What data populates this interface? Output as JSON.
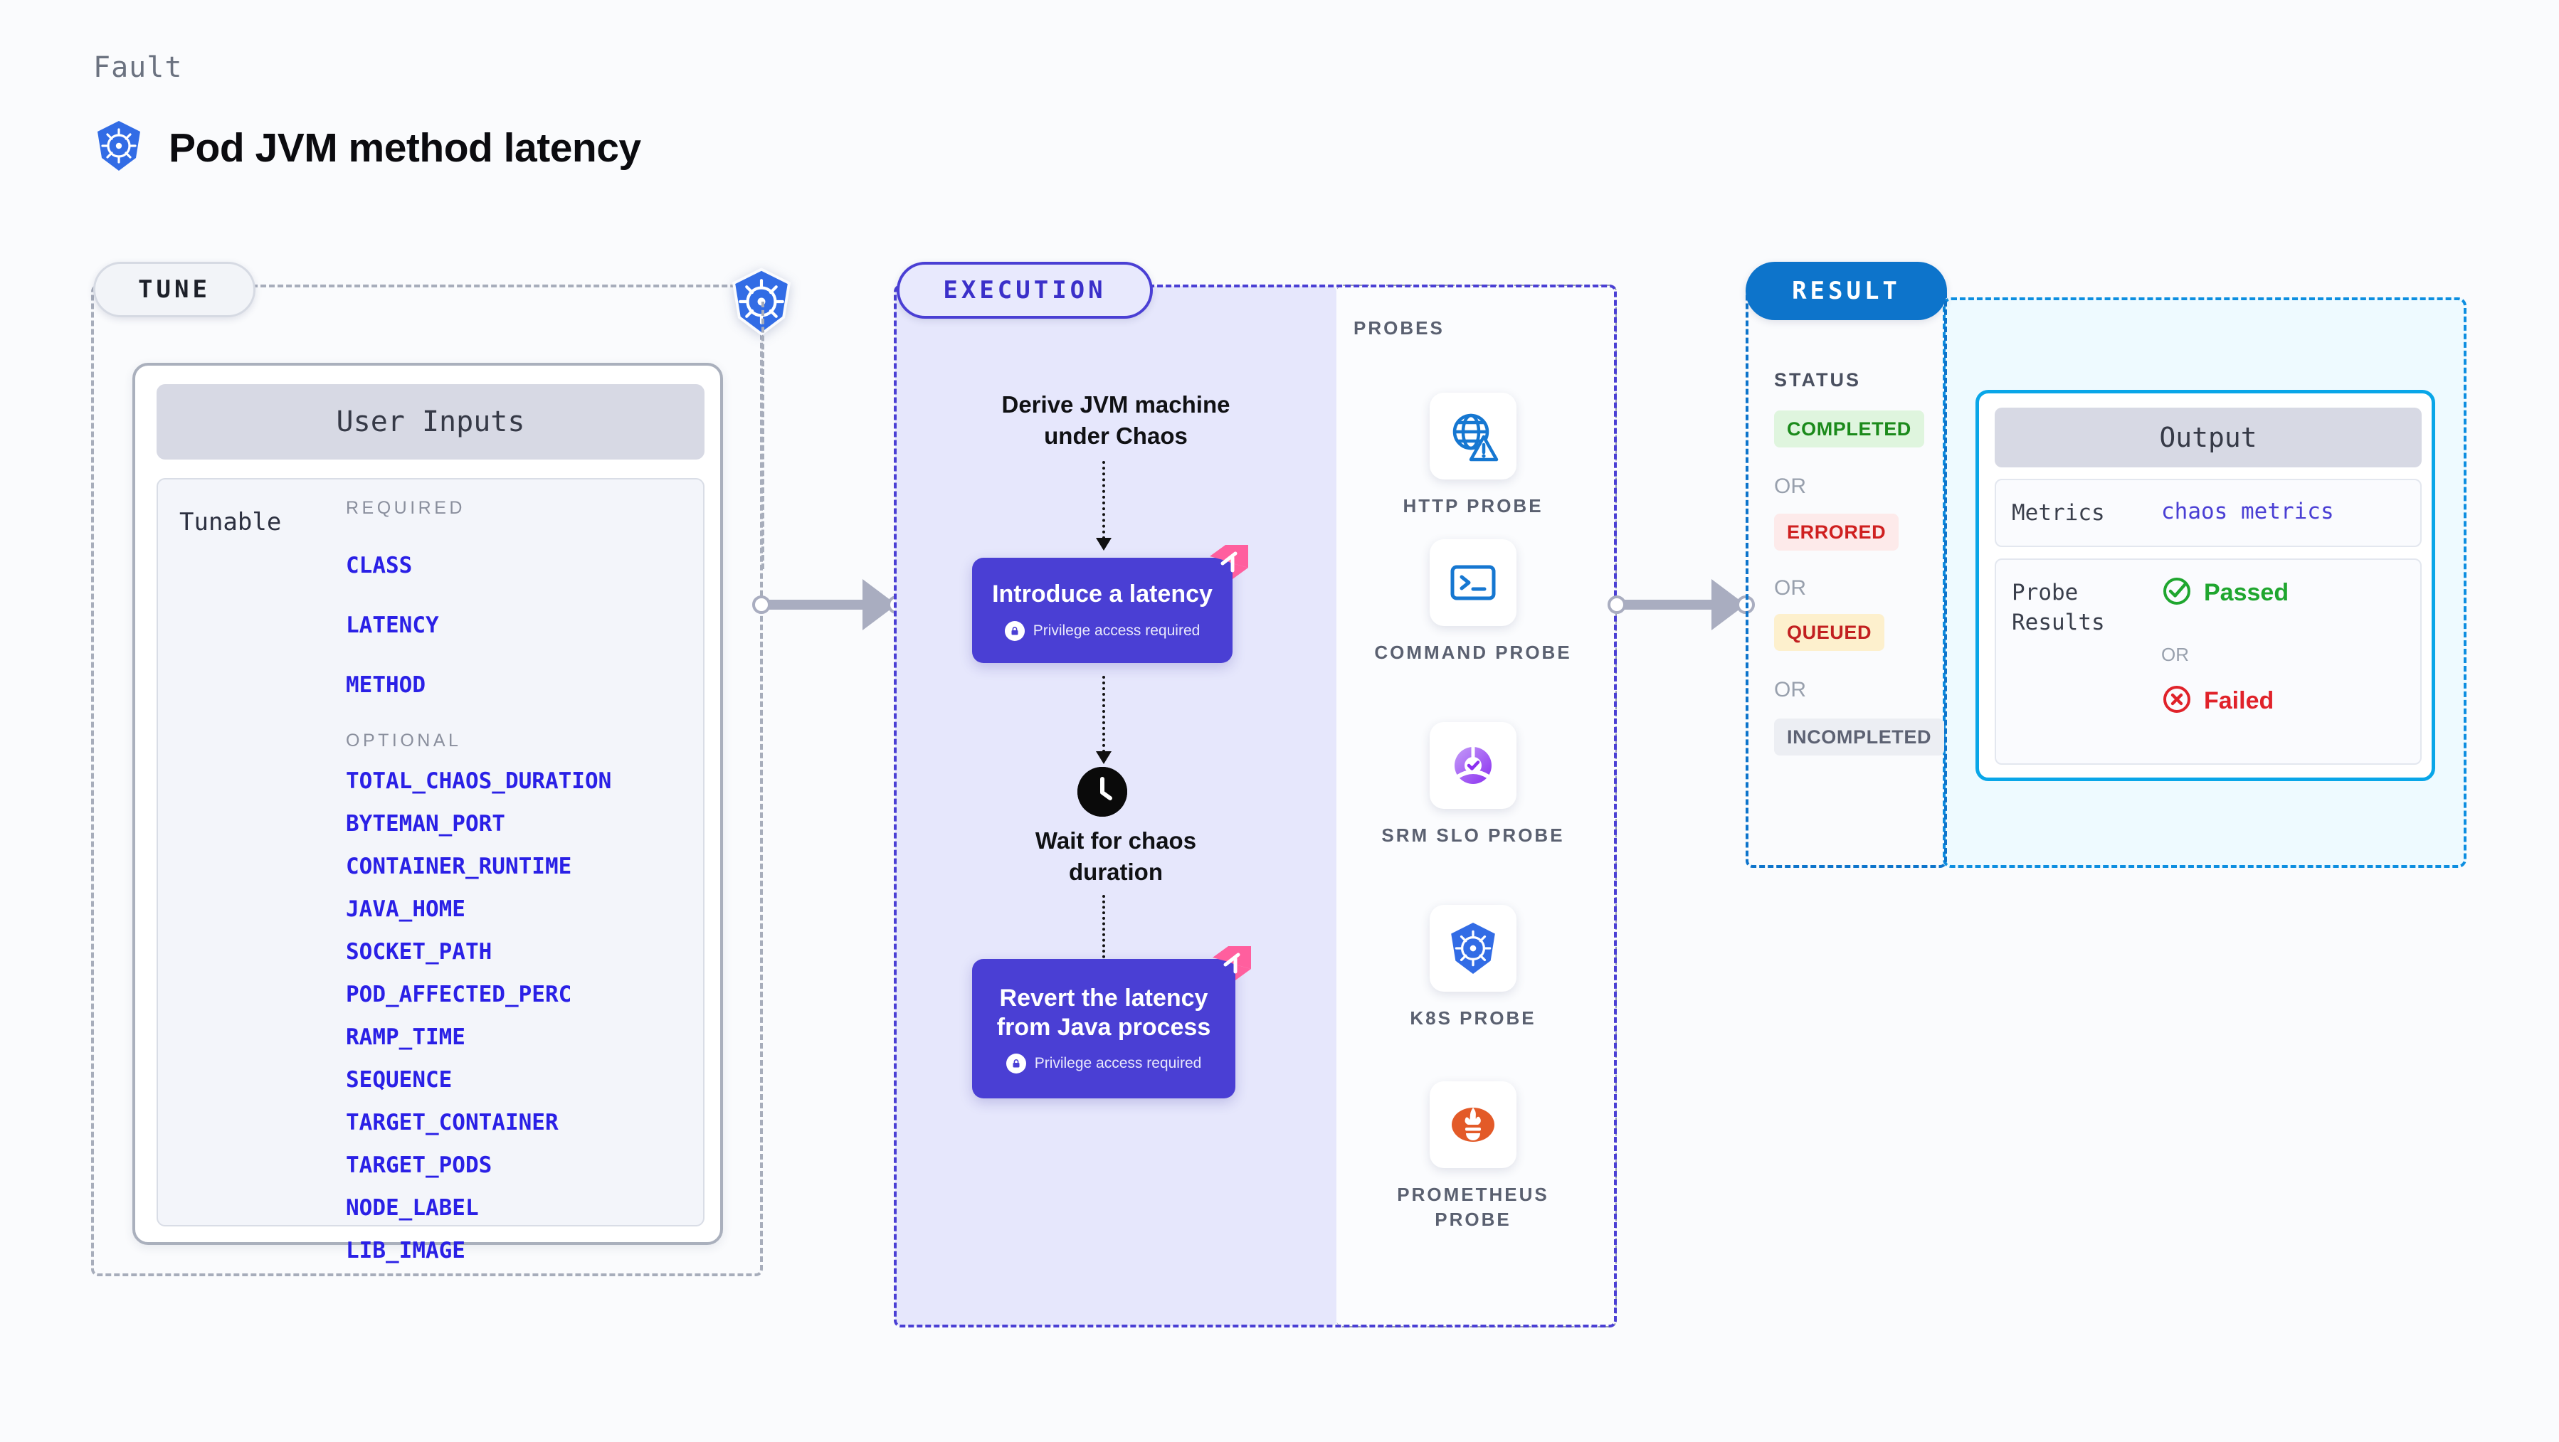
{
  "header": {
    "eyebrow": "Fault",
    "title": "Pod JVM method latency",
    "icon": "kubernetes-icon"
  },
  "tune": {
    "chip_label": "TUNE",
    "border_icon": "kubernetes-icon",
    "card_title": "User Inputs",
    "row_label": "Tunable",
    "required_label": "REQUIRED",
    "optional_label": "OPTIONAL",
    "required": [
      "CLASS",
      "LATENCY",
      "METHOD"
    ],
    "optional": [
      "TOTAL_CHAOS_DURATION",
      "BYTEMAN_PORT",
      "CONTAINER_RUNTIME",
      "JAVA_HOME",
      "SOCKET_PATH",
      "POD_AFFECTED_PERC",
      "RAMP_TIME",
      "SEQUENCE",
      "TARGET_CONTAINER",
      "TARGET_PODS",
      "NODE_LABEL",
      "LIB_IMAGE"
    ]
  },
  "execution": {
    "chip_label": "EXECUTION",
    "step1_text": "Derive JVM machine\nunder Chaos",
    "box1_title": "Introduce a latency",
    "box1_privilege": "Privilege access required",
    "wait_text": "Wait for chaos\nduration",
    "wait_icon": "clock-icon",
    "box2_title": "Revert the latency\nfrom Java process",
    "box2_privilege": "Privilege access required",
    "badge_icon": "harness-logo-icon"
  },
  "probes": {
    "section_label": "PROBES",
    "items": [
      {
        "name": "HTTP PROBE",
        "icon": "globe-warning-icon"
      },
      {
        "name": "COMMAND PROBE",
        "icon": "terminal-icon"
      },
      {
        "name": "SRM SLO PROBE",
        "icon": "slo-donut-check-icon"
      },
      {
        "name": "K8S PROBE",
        "icon": "kubernetes-icon"
      },
      {
        "name": "PROMETHEUS PROBE",
        "icon": "prometheus-flame-icon"
      }
    ]
  },
  "result": {
    "chip_label": "RESULT",
    "status_label": "STATUS",
    "or_label": "OR",
    "statuses": [
      {
        "label": "COMPLETED",
        "bg": "#dff5de",
        "fg": "#1b8a1b"
      },
      {
        "label": "ERRORED",
        "bg": "#fdeaea",
        "fg": "#cf2020"
      },
      {
        "label": "QUEUED",
        "bg": "#fdf0cd",
        "fg": "#c22020"
      },
      {
        "label": "INCOMPLETED",
        "bg": "#eceef3",
        "fg": "#5d6273"
      }
    ],
    "output": {
      "title": "Output",
      "metrics_key": "Metrics",
      "metrics_value": "chaos metrics",
      "probe_results_key": "Probe\nResults",
      "passed_label": "Passed",
      "passed_icon": "check-circle-icon",
      "failed_label": "Failed",
      "failed_icon": "x-circle-icon",
      "or_label": "OR"
    }
  },
  "colors": {
    "k8s_blue": "#326ce5",
    "exec_purple": "#4a3fd4",
    "result_blue": "#0d74cb",
    "output_cyan": "#09a6e8",
    "param_blue": "#2a20e6",
    "harness_pink": "#ff5f9e",
    "passed_green": "#1fa62f",
    "failed_red": "#e0222a"
  }
}
